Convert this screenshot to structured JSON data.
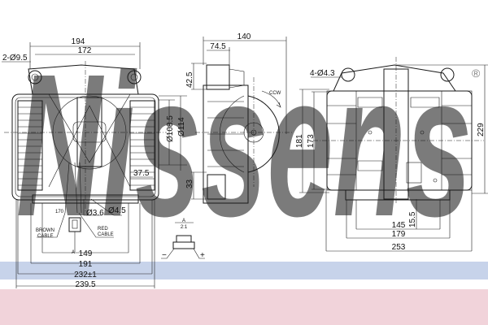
{
  "watermark": {
    "text": "Nissens",
    "color": "#9fb6dc",
    "registered_mark": "®"
  },
  "colors": {
    "band_blue": "#c7d3ea",
    "band_pink": "#f1d3da",
    "line": "#1a1a1a"
  },
  "front_view": {
    "width_194": "194",
    "width_172": "172",
    "holes": "2-Ø9.5",
    "dia_108_5": "Ø108.5",
    "dia_114": "Ø114",
    "dim_37_5": "37.5",
    "dia_3_6": "Ø3.6",
    "dia_4_5": "Ø4.5",
    "dim_170": "170",
    "brown_cable": [
      "BROWN",
      "CABLE"
    ],
    "red_cable": [
      "RED",
      "CABLE"
    ],
    "dim_149": "149",
    "dim_191": "191",
    "dim_232": "232±1",
    "dim_239_5": "239.5",
    "marker_a": "A"
  },
  "side_view": {
    "dim_140": "140",
    "dim_74_5": "74.5",
    "dim_42_5": "42.5",
    "dim_33": "33",
    "rotation": "CCW"
  },
  "detail": {
    "label": "A",
    "scale": "2:1",
    "minus": "−",
    "plus": "+"
  },
  "rear_view": {
    "holes": "4-Ø4.3",
    "dim_181": "181",
    "dim_173": "173",
    "dim_229": "229",
    "dim_145": "145",
    "dim_15_5": "15.5",
    "dim_179": "179",
    "dim_253": "253"
  }
}
